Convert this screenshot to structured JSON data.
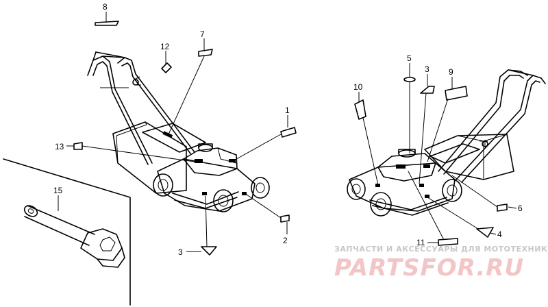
{
  "callouts": [
    {
      "id": "1",
      "text": "1"
    },
    {
      "id": "2",
      "text": "2"
    },
    {
      "id": "3a",
      "text": "3"
    },
    {
      "id": "3b",
      "text": "3"
    },
    {
      "id": "4",
      "text": "4"
    },
    {
      "id": "5",
      "text": "5"
    },
    {
      "id": "6",
      "text": "6"
    },
    {
      "id": "7",
      "text": "7"
    },
    {
      "id": "8",
      "text": "8"
    },
    {
      "id": "9",
      "text": "9"
    },
    {
      "id": "10",
      "text": "10"
    },
    {
      "id": "11",
      "text": "11"
    },
    {
      "id": "12",
      "text": "12"
    },
    {
      "id": "13",
      "text": "13"
    },
    {
      "id": "15",
      "text": "15"
    }
  ],
  "watermark": {
    "tagline": "ЗАПЧАСТИ И АКСЕССУАРЫ ДЛЯ МОТОТЕХНИКИ",
    "brand": "PARTSFOR.RU",
    "color_main": "#f2c6c6",
    "color_tagline": "#c8c8c8"
  }
}
